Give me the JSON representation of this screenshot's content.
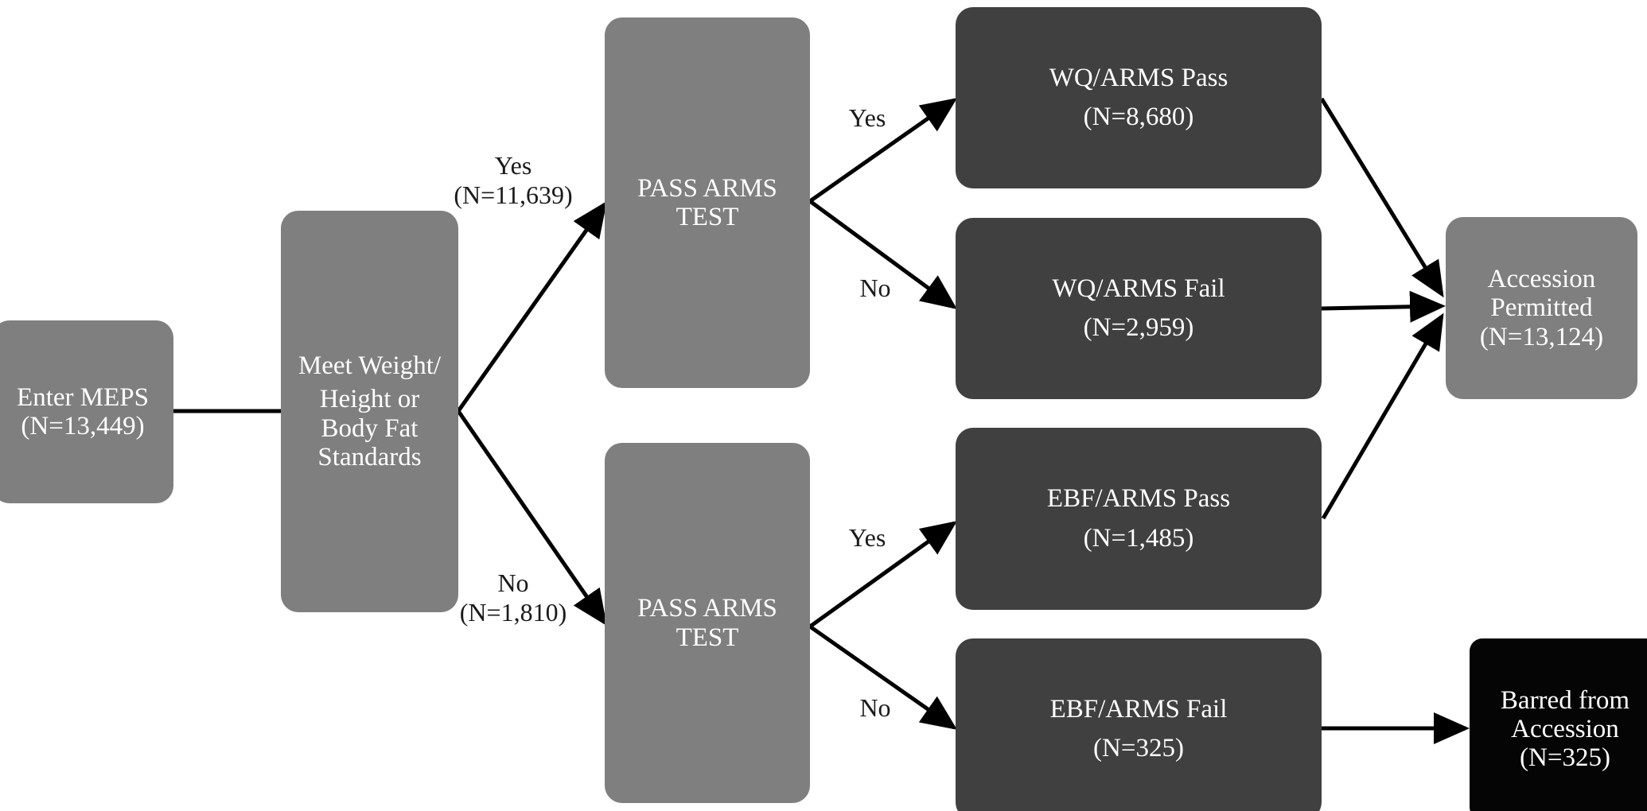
{
  "nodes": {
    "enter_meps": {
      "line1": "Enter MEPS",
      "line2": "(N=13,449)"
    },
    "standards": {
      "line1": "Meet Weight/",
      "line2": "Height or",
      "line3": "Body Fat",
      "line4": "Standards"
    },
    "pass_arms_upper": {
      "line1": "PASS ARMS",
      "line2": "TEST"
    },
    "pass_arms_lower": {
      "line1": "PASS ARMS",
      "line2": "TEST"
    },
    "wq_pass": {
      "line1": "WQ/ARMS Pass",
      "line2": "(N=8,680)"
    },
    "wq_fail": {
      "line1": "WQ/ARMS Fail",
      "line2": "(N=2,959)"
    },
    "ebf_pass": {
      "line1": "EBF/ARMS Pass",
      "line2": "(N=1,485)"
    },
    "ebf_fail": {
      "line1": "EBF/ARMS Fail",
      "line2": "(N=325)"
    },
    "accession_permitted": {
      "line1": "Accession",
      "line2": "Permitted",
      "line3": "(N=13,124)"
    },
    "barred": {
      "line1": "Barred from",
      "line2": "Accession",
      "line3": "(N=325)"
    }
  },
  "edge_labels": {
    "standards_yes": {
      "line1": "Yes",
      "line2": "(N=11,639)"
    },
    "standards_no": {
      "line1": "No",
      "line2": "(N=1,810)"
    },
    "upper_yes": "Yes",
    "upper_no": "No",
    "lower_yes": "Yes",
    "lower_no": "No"
  },
  "colors": {
    "mid_gray": "#7f7f7f",
    "dark_gray": "#404040",
    "black": "#050505",
    "arrow": "#000000"
  }
}
